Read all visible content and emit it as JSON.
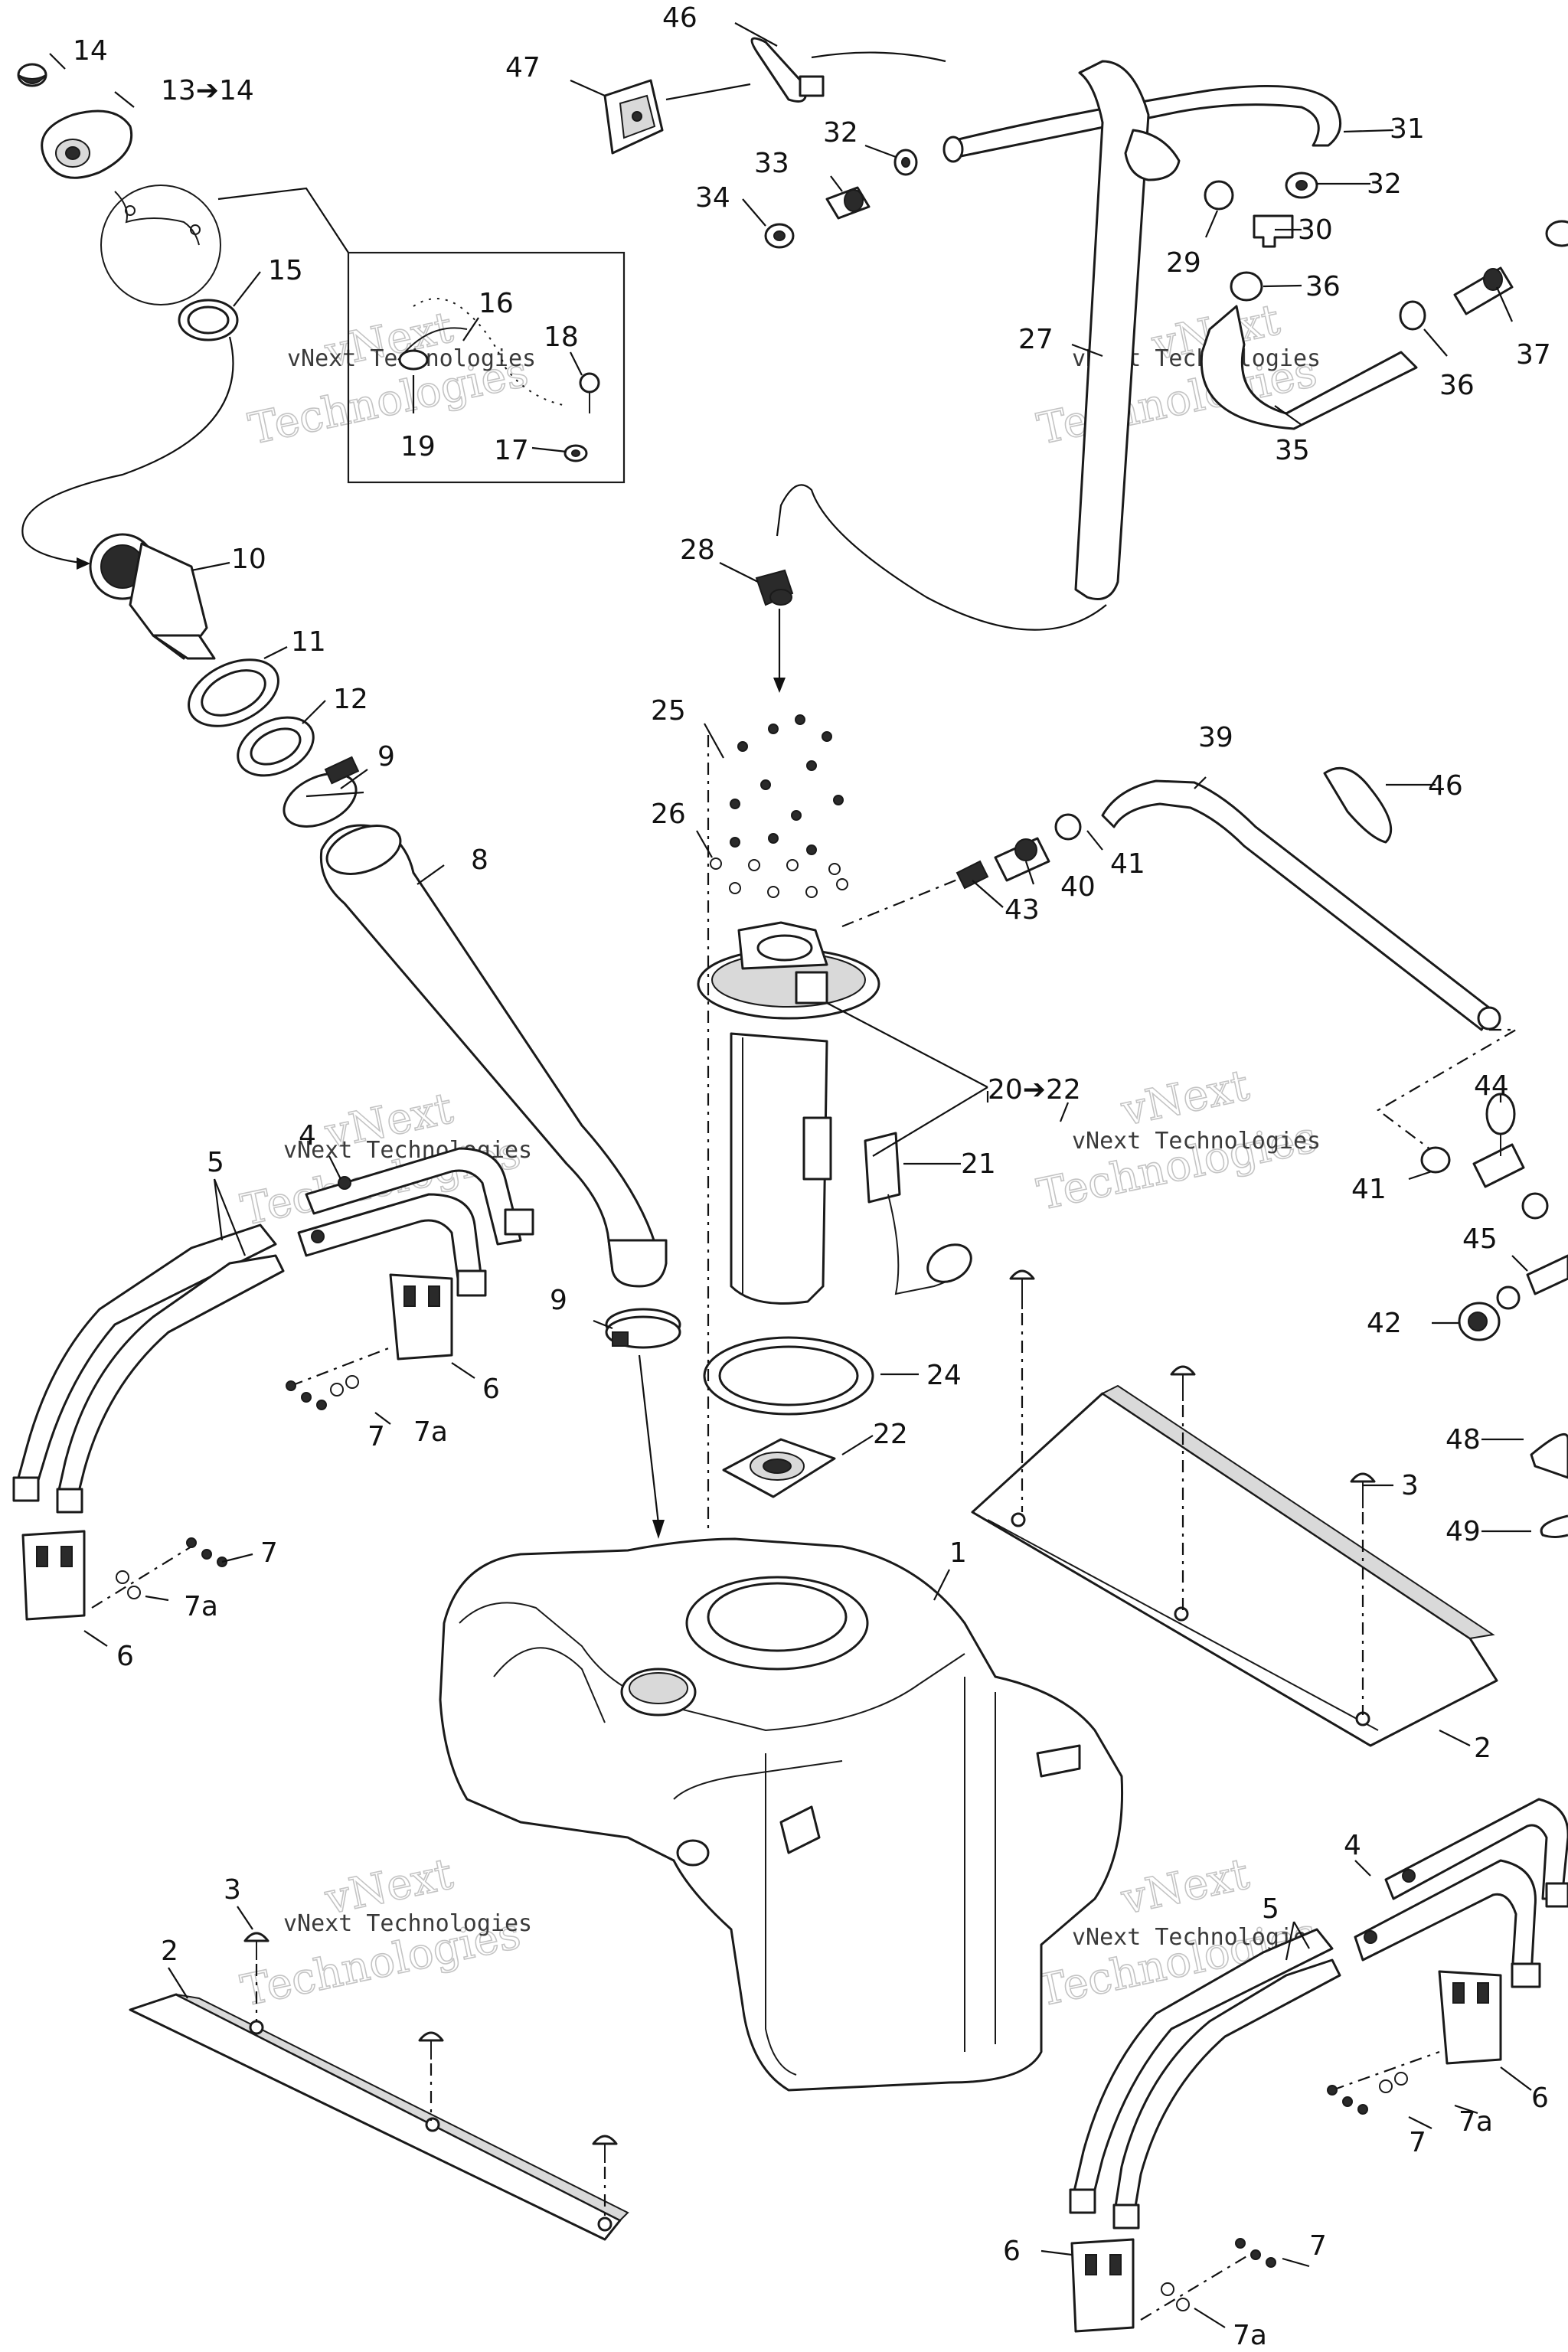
{
  "watermark": {
    "line1": "vNext Technologies",
    "line2": "vNext",
    "line3": "Technologies"
  },
  "labels": {
    "l1": "1",
    "l2a": "2",
    "l2b": "2",
    "l3a": "3",
    "l3b": "3",
    "l4a": "4",
    "l4b": "4",
    "l5a": "5",
    "l5b": "5",
    "l6a": "6",
    "l6b": "6",
    "l6c": "6",
    "l6d": "6",
    "l7a": "7",
    "l7b": "7",
    "l7c": "7",
    "l7d": "7",
    "l7aa": "7a",
    "l7ab": "7a",
    "l7ac": "7a",
    "l7ad": "7a",
    "l8": "8",
    "l9a": "9",
    "l9b": "9",
    "l10": "10",
    "l11": "11",
    "l12": "12",
    "l13": "13➔14",
    "l14": "14",
    "l15": "15",
    "l16": "16",
    "l17": "17",
    "l18": "18",
    "l19": "19",
    "l20": "20➔22",
    "l21": "21",
    "l22": "22",
    "l24": "24",
    "l25": "25",
    "l26": "26",
    "l27": "27",
    "l28": "28",
    "l29": "29",
    "l30": "30",
    "l31": "31",
    "l32a": "32",
    "l32b": "32",
    "l33": "33",
    "l34": "34",
    "l35": "35",
    "l36a": "36",
    "l36b": "36",
    "l37": "37",
    "l39": "39",
    "l40": "40",
    "l41a": "41",
    "l41b": "41",
    "l42": "42",
    "l43": "43",
    "l44": "44",
    "l45": "45",
    "l46a": "46",
    "l46b": "46",
    "l47": "47",
    "l48": "48",
    "l49": "49"
  }
}
